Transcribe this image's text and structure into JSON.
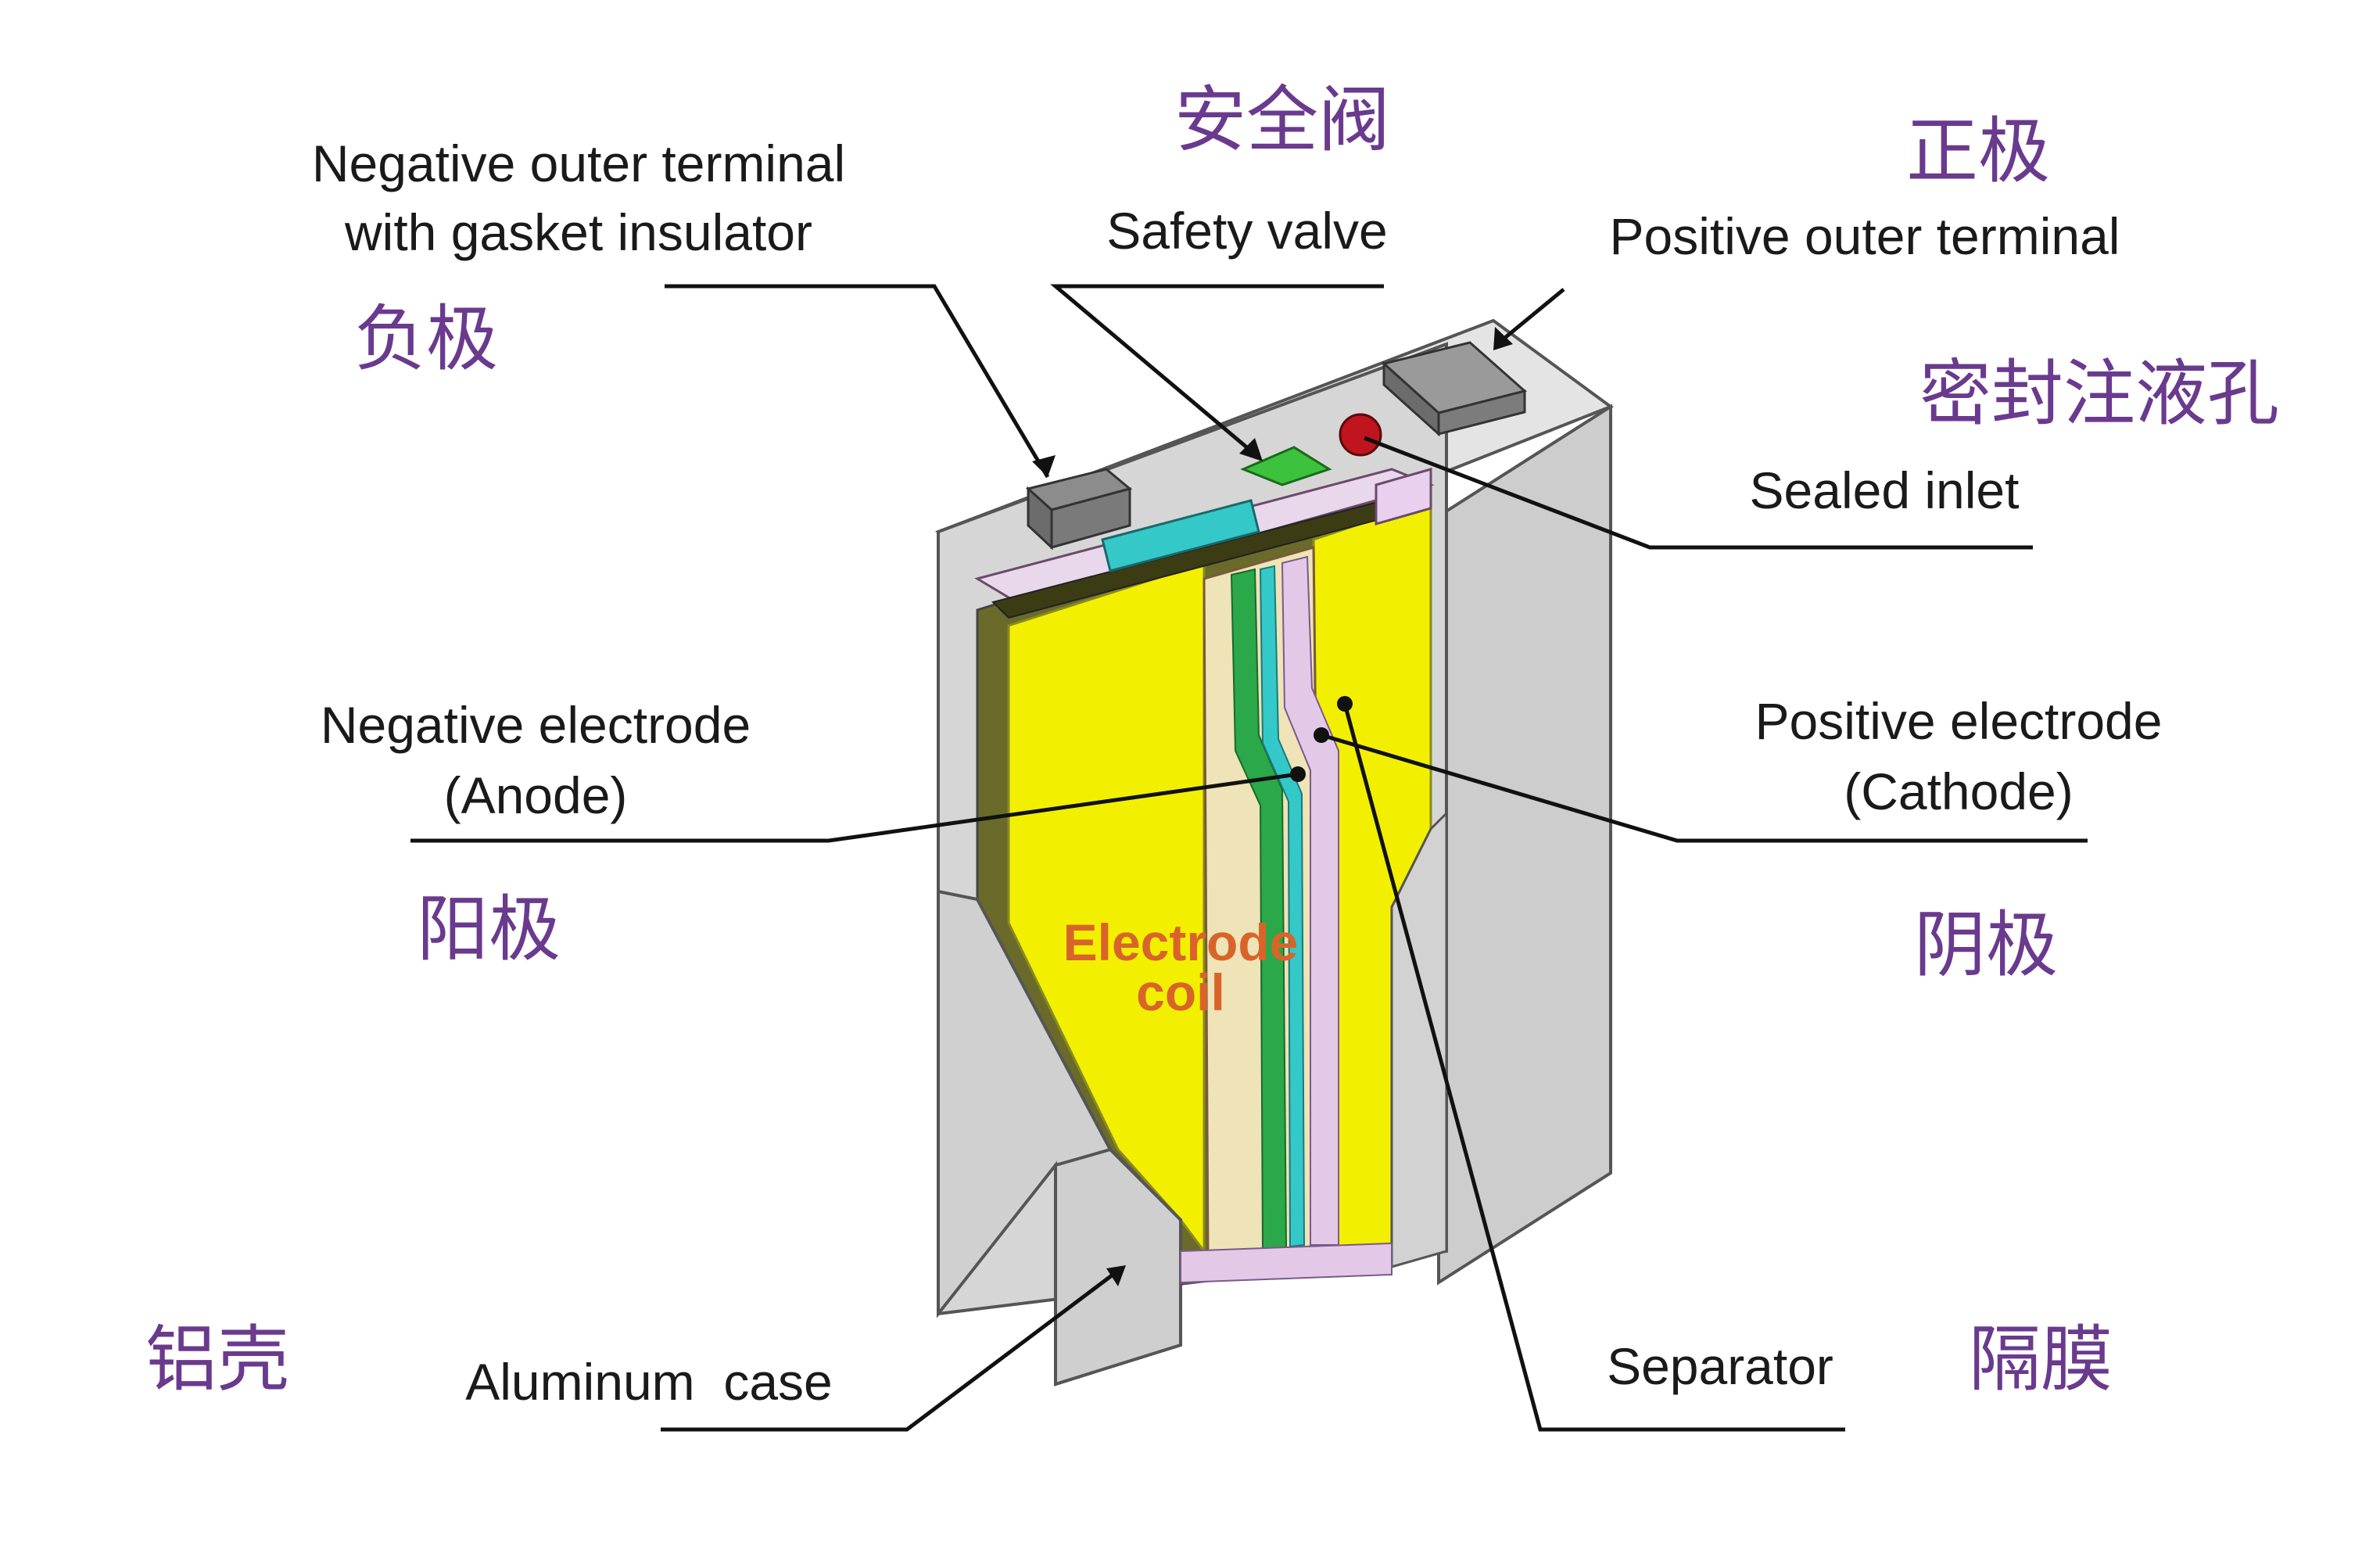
{
  "colors": {
    "case": "#d4d4d4",
    "case_dark": "#b9b9b9",
    "case_top": "#e6e6e6",
    "electrode_yellow": "#f2f000",
    "separator_green": "#2aa84a",
    "cyan_part": "#35c8c8",
    "valve_green": "#3cc23c",
    "inlet_red": "#c0141e",
    "chinese_label": "#6a3a8e",
    "core_label": "#d9642a"
  },
  "labels": {
    "neg_terminal_line1": "Negative outer terminal",
    "neg_terminal_line2": "with gasket insulator",
    "neg_terminal_cn": "负极",
    "safety_valve_cn": "安全阀",
    "safety_valve": "Safety valve",
    "pos_terminal_cn": "正极",
    "pos_terminal": "Positive outer terminal",
    "sealed_inlet_cn": "密封注液孔",
    "sealed_inlet": "Sealed inlet",
    "neg_electrode_line1": "Negative electrode",
    "neg_electrode_line2": "(Anode)",
    "anode_cn": "阳极",
    "pos_electrode_line1": "Positive electrode",
    "pos_electrode_line2": "(Cathode)",
    "cathode_cn": "阴极",
    "aluminum_case_cn": "铝壳",
    "aluminum_case": "Aluminum  case",
    "separator": "Separator",
    "separator_cn": "隔膜",
    "electrode_coil_line1": "Electrode",
    "electrode_coil_line2": "coil"
  }
}
